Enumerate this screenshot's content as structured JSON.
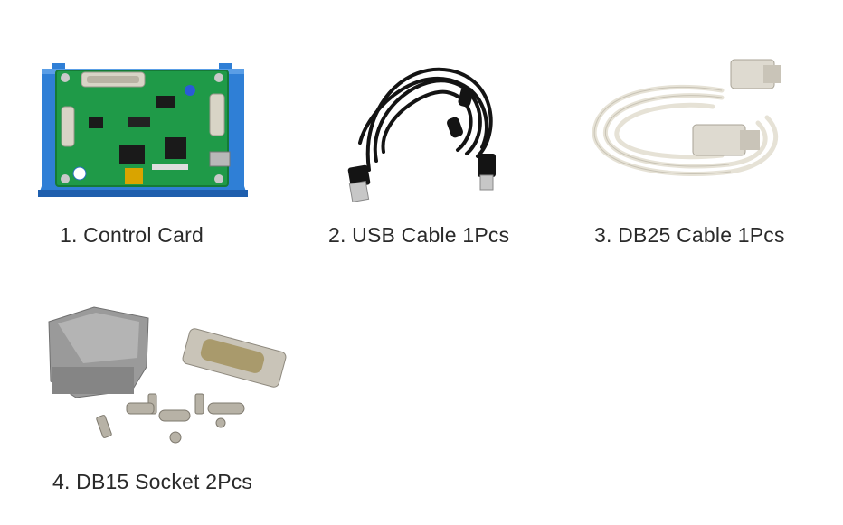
{
  "items": [
    {
      "label": "1. Control Card",
      "icon": "control-card"
    },
    {
      "label": "2. USB Cable 1Pcs",
      "icon": "usb-cable"
    },
    {
      "label": "3. DB25 Cable 1Pcs",
      "icon": "db25-cable"
    },
    {
      "label": "4. DB15 Socket 2Pcs",
      "icon": "db15-socket-kit"
    }
  ],
  "colors": {
    "card_blue": "#2f7fd6",
    "pcb_green": "#1f9a48",
    "cable_black": "#141414",
    "cable_beige": "#e6e2d6",
    "shell_grey": "#9a9a9a",
    "metal": "#c9c4b8"
  }
}
